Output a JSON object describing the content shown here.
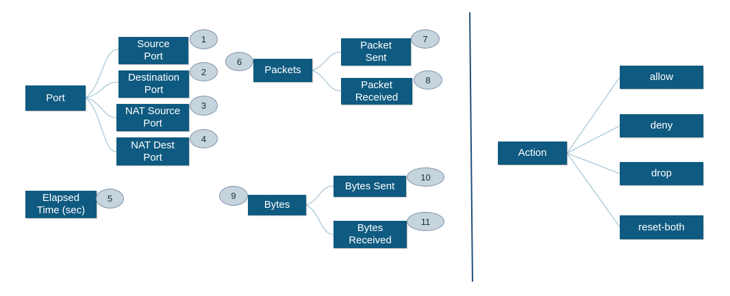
{
  "colors": {
    "box_fill": "#0f5a80",
    "box_text": "#ffffff",
    "badge_fill": "#c5d4dd",
    "badge_border": "#7d8ea8",
    "link_line": "#a9c7d8",
    "divider": "#1f4e79"
  },
  "nodes": {
    "port": "Port",
    "source_port": "Source\nPort",
    "destination_port": "Destination\nPort",
    "nat_source_port": "NAT Source\nPort",
    "nat_dest_port": "NAT Dest\nPort",
    "elapsed_time": "Elapsed\nTime (sec)",
    "packets": "Packets",
    "packet_sent": "Packet\nSent",
    "packet_received": "Packet\nReceived",
    "bytes": "Bytes",
    "bytes_sent": "Bytes Sent",
    "bytes_received": "Bytes\nReceived",
    "action": "Action",
    "allow": "allow",
    "deny": "deny",
    "drop": "drop",
    "reset_both": "reset-both"
  },
  "badges": {
    "b1": "1",
    "b2": "2",
    "b3": "3",
    "b4": "4",
    "b5": "5",
    "b6": "6",
    "b7": "7",
    "b8": "8",
    "b9": "9",
    "b10": "10",
    "b11": "11"
  }
}
